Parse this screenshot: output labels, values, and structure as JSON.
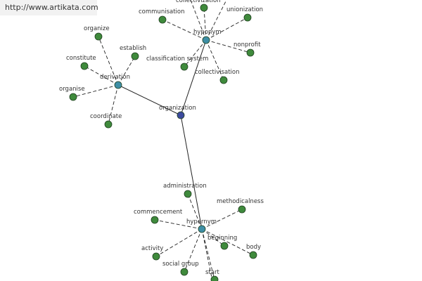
{
  "watermark": "http://www.artikata.com",
  "colors": {
    "center": "#3c4a9e",
    "hub": "#3e8fa6",
    "leaf": "#3f8a3c",
    "node_stroke": "#1f3f1f",
    "edge": "#222222"
  },
  "center": {
    "id": "organization",
    "label": "organization"
  },
  "hubs": [
    {
      "id": "hyponym",
      "label": "hyponym"
    },
    {
      "id": "derivation",
      "label": "derivation"
    },
    {
      "id": "hypernym",
      "label": "hypernym"
    }
  ],
  "leaves": [
    {
      "id": "collectivization",
      "label": "collectivization",
      "hub": "hyponym"
    },
    {
      "id": "unionization",
      "label": "unionization",
      "hub": "hyponym"
    },
    {
      "id": "communisation",
      "label": "communisation",
      "hub": "hyponym"
    },
    {
      "id": "nonprofit",
      "label": "nonprofit",
      "hub": "hyponym"
    },
    {
      "id": "classification-system",
      "label": "classification system",
      "hub": "hyponym"
    },
    {
      "id": "collectivisation",
      "label": "collectivisation",
      "hub": "hyponym"
    },
    {
      "id": "organize",
      "label": "organize",
      "hub": "derivation"
    },
    {
      "id": "establish",
      "label": "establish",
      "hub": "derivation"
    },
    {
      "id": "constitute",
      "label": "constitute",
      "hub": "derivation"
    },
    {
      "id": "organise",
      "label": "organise",
      "hub": "derivation"
    },
    {
      "id": "coordinate",
      "label": "coordinate",
      "hub": "derivation"
    },
    {
      "id": "administration",
      "label": "administration",
      "hub": "hypernym"
    },
    {
      "id": "methodicalness",
      "label": "methodicalness",
      "hub": "hypernym"
    },
    {
      "id": "commencement",
      "label": "commencement",
      "hub": "hypernym"
    },
    {
      "id": "beginning",
      "label": "beginning",
      "hub": "hypernym"
    },
    {
      "id": "body",
      "label": "body",
      "hub": "hypernym"
    },
    {
      "id": "activity",
      "label": "activity",
      "hub": "hypernym"
    },
    {
      "id": "social-group",
      "label": "social group",
      "hub": "hypernym"
    },
    {
      "id": "start",
      "label": "start",
      "hub": "hypernym"
    }
  ],
  "partial_edges": [
    {
      "hub": "hyponym",
      "direction": "up-left"
    },
    {
      "hub": "hyponym",
      "direction": "up-right"
    },
    {
      "hub": "hypernym",
      "direction": "down-right"
    }
  ]
}
